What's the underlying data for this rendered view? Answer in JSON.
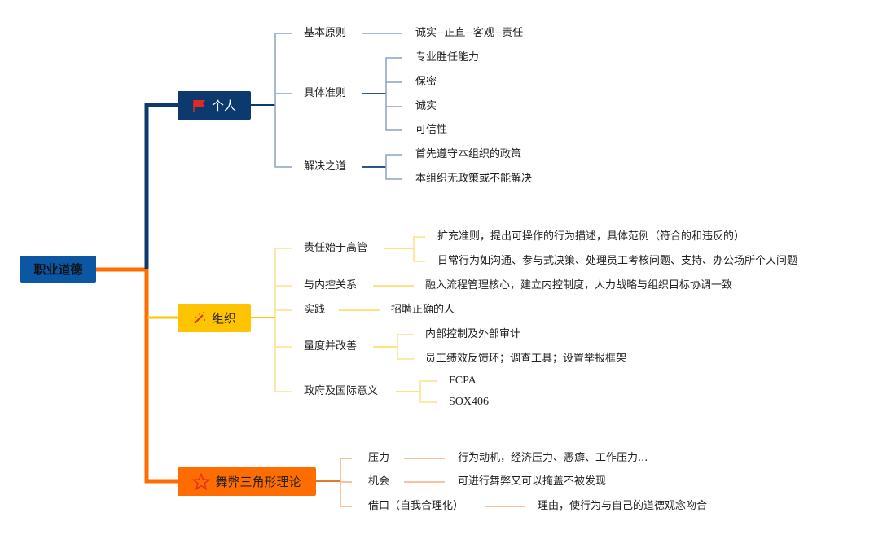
{
  "root": "职业道德",
  "colors": {
    "personal": "#0d3a6e",
    "org": "#ffc400",
    "fraud": "#ff6d00"
  },
  "personal": {
    "label": "个人",
    "icon": "flag-icon",
    "topics": {
      "principle": {
        "label": "基本原则",
        "leaf": "诚实--正直--客观--责任"
      },
      "rules": {
        "label": "具体准则",
        "leaves": [
          "专业胜任能力",
          "保密",
          "诚实",
          "可信性"
        ]
      },
      "resolution": {
        "label": "解决之道",
        "leaves": [
          "首先遵守本组织的政策",
          "本组织无政策或不能解决"
        ]
      }
    }
  },
  "org": {
    "label": "组织",
    "icon": "magic-wand-icon",
    "topics": {
      "management": {
        "label": "责任始于高管",
        "leaves": [
          "扩充准则，提出可操作的行为描述，具体范例（符合的和违反的）",
          "日常行为如沟通、参与式决策、处理员工考核问题、支持、办公场所个人问题"
        ]
      },
      "control": {
        "label": "与内控关系",
        "leaf": "融入流程管理核心，建立内控制度，人力战略与组织目标协调一致"
      },
      "practice": {
        "label": "实践",
        "leaf": "招聘正确的人"
      },
      "measure": {
        "label": "量度并改善",
        "leaves": [
          "内部控制及外部审计",
          "员工绩效反馈环；调查工具；设置举报框架"
        ]
      },
      "gov": {
        "label": "政府及国际意义",
        "leaves": [
          "FCPA",
          "SOX406"
        ]
      }
    }
  },
  "fraud": {
    "label": "舞弊三角形理论",
    "icon": "star-icon",
    "topics": {
      "pressure": {
        "label": "压力",
        "leaf": "行为动机，经济压力、恶癖、工作压力..."
      },
      "opportunity": {
        "label": "机会",
        "leaf": "可进行舞弊又可以掩盖不被发现"
      },
      "excuse": {
        "label": "借口（自我合理化）",
        "leaf": "理由，使行为与自己的道德观念吻合"
      }
    }
  }
}
